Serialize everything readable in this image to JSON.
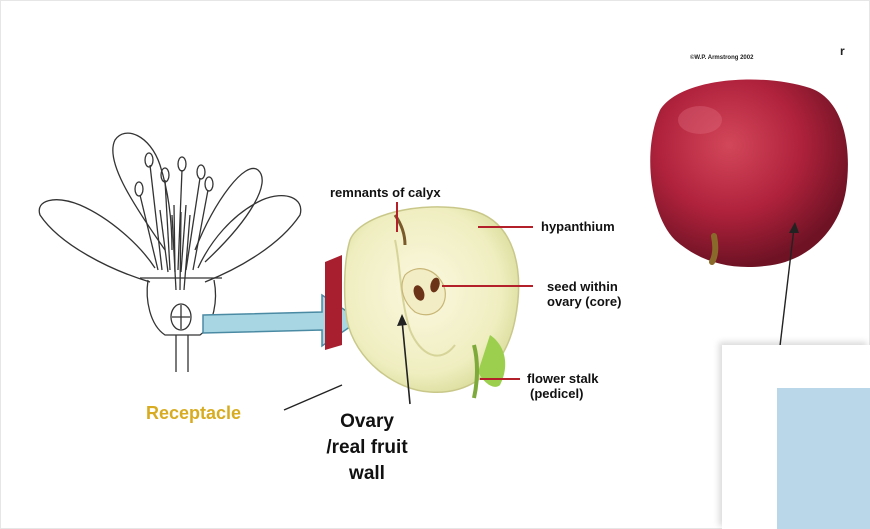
{
  "labels": {
    "remnants_of_calyx": "remnants of calyx",
    "hypanthium": "hypanthium",
    "seed_within": "seed within",
    "ovary_core": "ovary (core)",
    "flower_stalk": "flower stalk",
    "pedicel": "(pedicel)",
    "receptacle": "Receptacle",
    "ovary_line1": "Ovary",
    "ovary_line2": "/real fruit",
    "ovary_line3": "wall"
  },
  "copyright": "©W.P. Armstrong 2002",
  "edge_glyph": "r",
  "colors": {
    "receptacle_text": "#d8ac20",
    "arrow_fill": "#a9d6e3",
    "leader_line": "#b3202a",
    "apple_red": "#b0223c",
    "overlay_blue": "#b9d7e8"
  }
}
